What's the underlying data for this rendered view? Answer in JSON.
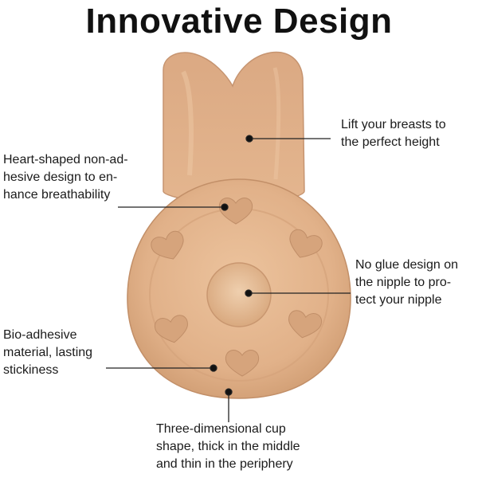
{
  "title": "Innovative Design",
  "product": {
    "icon": "bra-cup-illustration",
    "colors": {
      "skin_base": "#e2b48c",
      "skin_shadow": "#c9956a",
      "skin_highlight": "#efcaa6",
      "heart": "#d9a67c"
    }
  },
  "callouts": {
    "lift": {
      "lines": [
        "Lift your breasts to",
        "the perfect height"
      ]
    },
    "heart": {
      "lines": [
        "Heart-shaped non-ad-",
        "hesive design to en-",
        "hance breathability"
      ]
    },
    "noglue": {
      "lines": [
        "No glue design on",
        "the nipple to pro-",
        "tect your nipple"
      ]
    },
    "bio": {
      "lines": [
        "Bio-adhesive",
        "material, lasting",
        "stickiness"
      ]
    },
    "cup": {
      "lines": [
        "Three-dimensional cup",
        "shape, thick in the middle",
        "and thin in the periphery"
      ]
    }
  }
}
